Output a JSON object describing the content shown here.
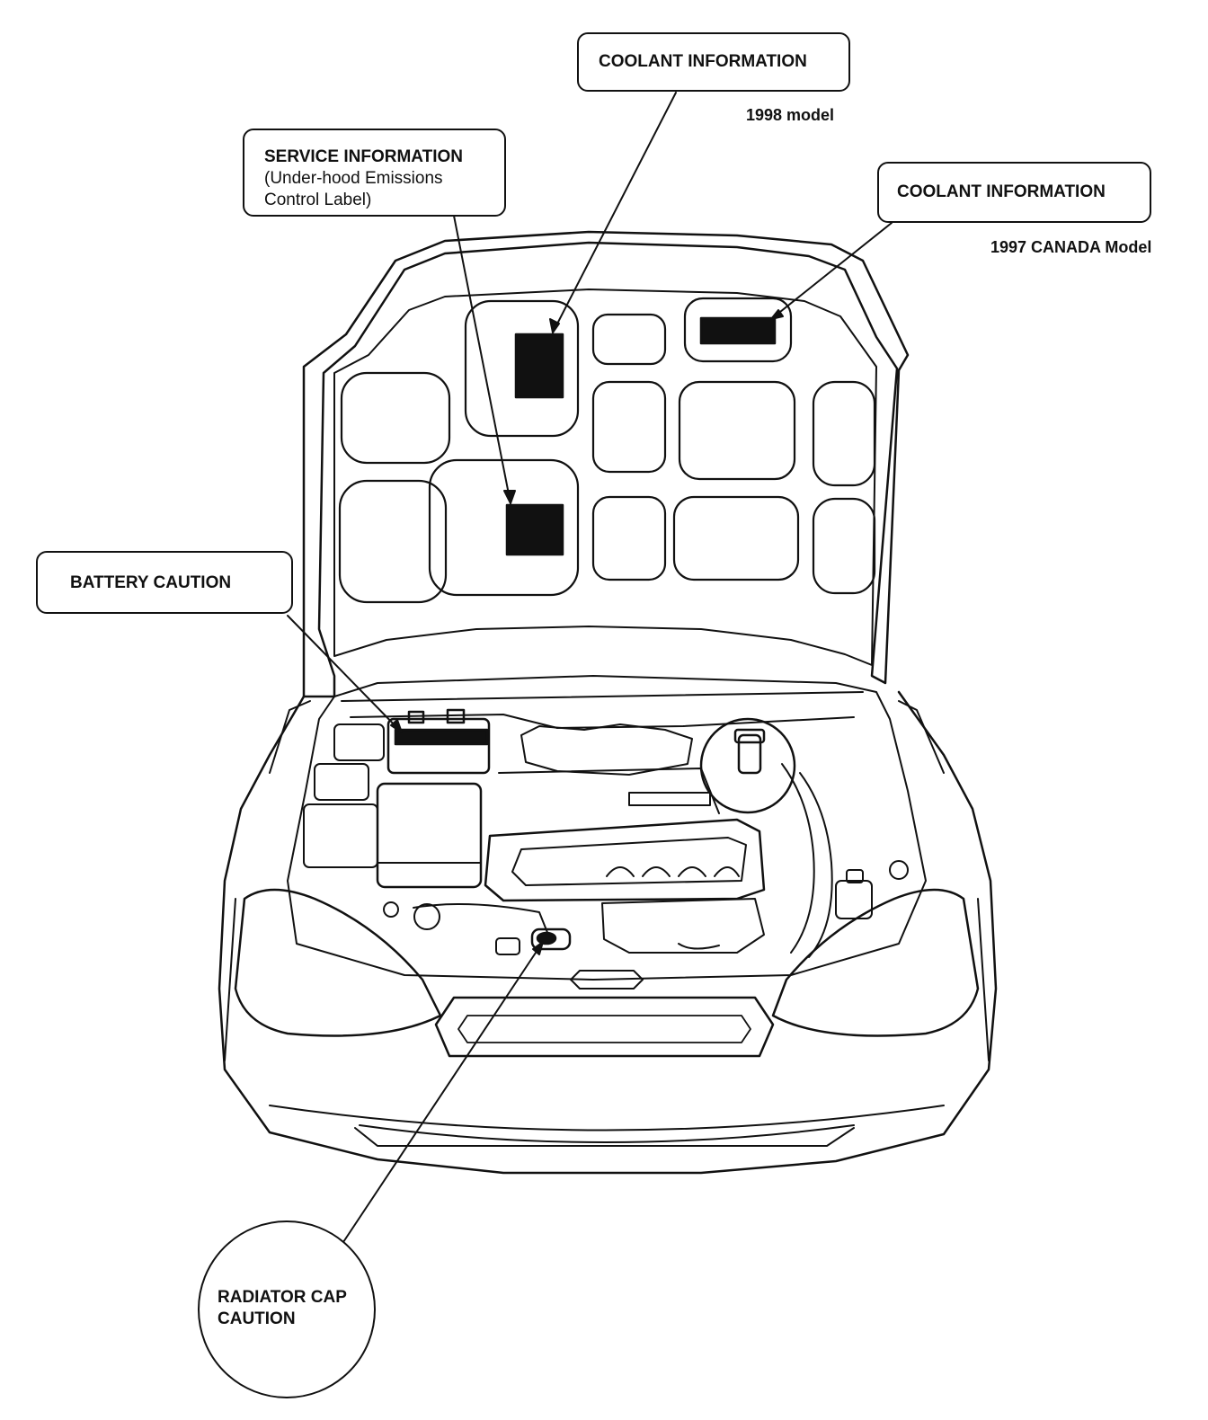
{
  "callouts": {
    "coolant_1998": {
      "title": "COOLANT INFORMATION",
      "note": "1998 model"
    },
    "coolant_1997_canada": {
      "title": "COOLANT INFORMATION",
      "note": "1997 CANADA Model"
    },
    "service": {
      "title": "SERVICE INFORMATION",
      "subtitle_line1": "(Under-hood Emissions",
      "subtitle_line2": "Control Label)"
    },
    "battery": {
      "title": "BATTERY CAUTION"
    },
    "radiator": {
      "line1": "RADIATOR CAP",
      "line2": "CAUTION"
    }
  },
  "colors": {
    "ink": "#111111",
    "paper": "#ffffff"
  }
}
